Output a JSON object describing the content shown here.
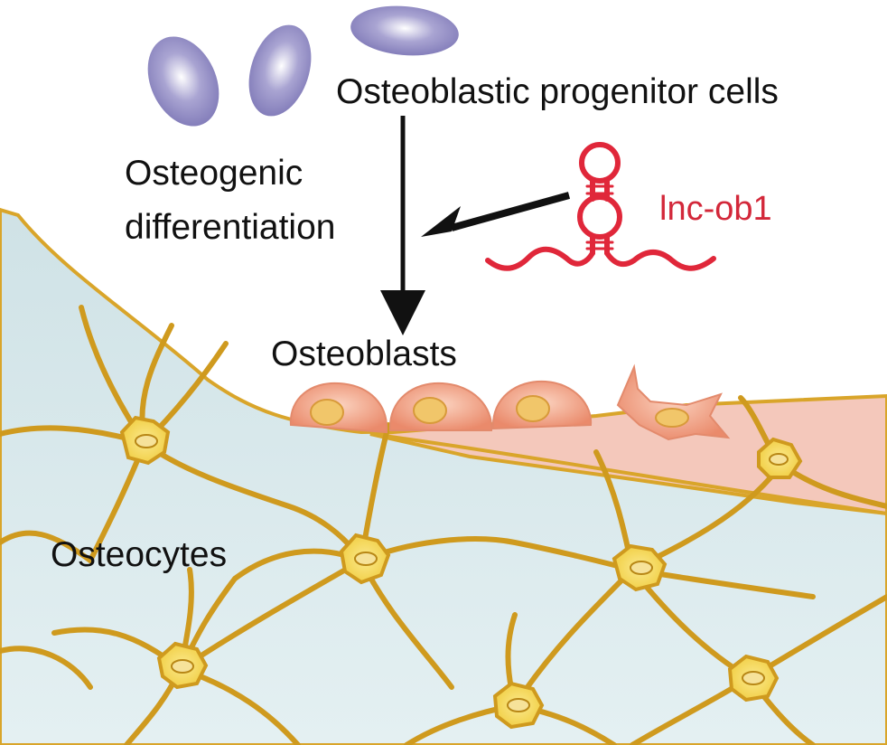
{
  "labels": {
    "progenitor": "Osteoblastic progenitor cells",
    "differentiation_line1": "Osteogenic",
    "differentiation_line2": "differentiation",
    "osteoblasts": "Osteoblasts",
    "osteocytes": "Osteocytes",
    "lncrna": "lnc-ob1"
  },
  "colors": {
    "bone_matrix": "#d9eaec",
    "bone_outline": "#d9a52a",
    "osteocyte_process": "#cf9a1e",
    "osteocyte_body": "#f3d653",
    "osteoblast_body": "#ef9c80",
    "osteoblast_nucleus": "#f1c66a",
    "progenitor_cell": "#8c87c0",
    "lncrna": "#e0273a",
    "arrow": "#111111",
    "text": "#111111",
    "bone_lining_pink": "#f4c8bb"
  }
}
